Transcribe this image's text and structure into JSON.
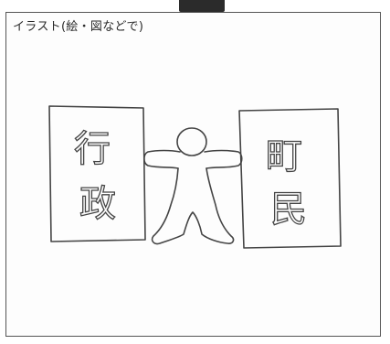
{
  "caption": "イラスト(絵・図などで)",
  "left_panel": {
    "line1": "行",
    "line2": "政"
  },
  "right_panel": {
    "line1": "町",
    "line2": "民"
  },
  "colors": {
    "ink": "#444444",
    "border": "#555555",
    "background": "#fdfdfd"
  }
}
